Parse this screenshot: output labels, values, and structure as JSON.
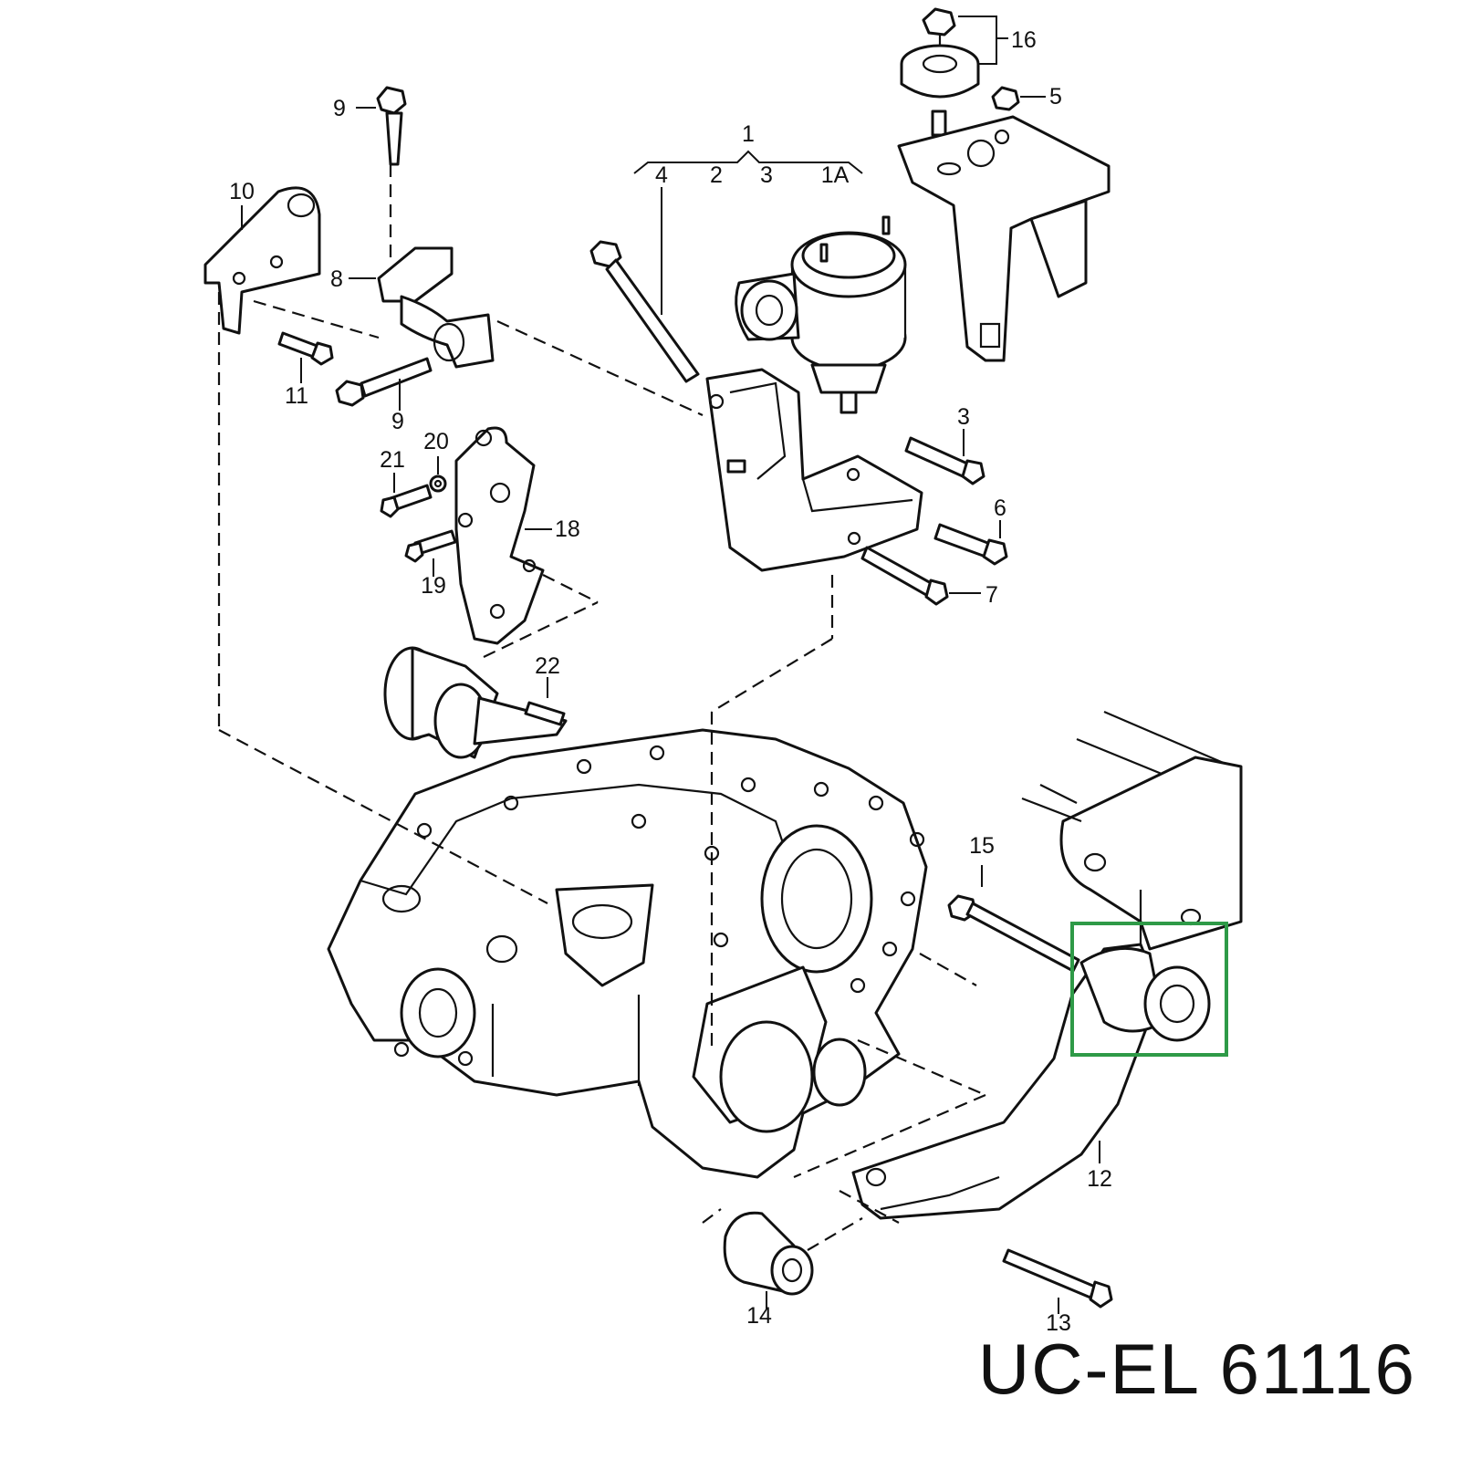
{
  "diagram": {
    "part_code": "UC-EL 61116",
    "highlight_color": "#2e9a47",
    "callouts": {
      "c1": "1",
      "c1a": "1A",
      "c2": "2",
      "c3a": "3",
      "c3b": "3",
      "c4": "4",
      "c5": "5",
      "c6": "6",
      "c7": "7",
      "c8": "8",
      "c9a": "9",
      "c9b": "9",
      "c10": "10",
      "c11": "11",
      "c12": "12",
      "c13": "13",
      "c14": "14",
      "c15": "15",
      "c16": "16",
      "c18": "18",
      "c19": "19",
      "c20": "20",
      "c21": "21",
      "c22": "22"
    }
  }
}
